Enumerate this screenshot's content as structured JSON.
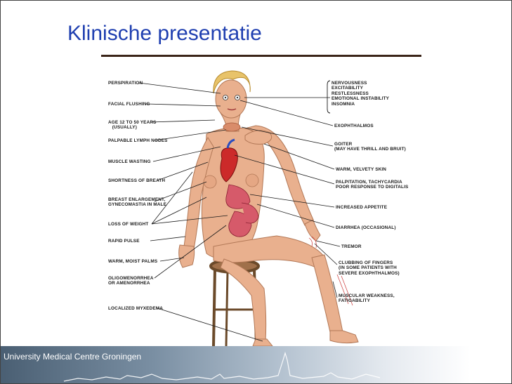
{
  "slide": {
    "title": "Klinische presentatie",
    "footer_text": "University Medical Centre Groningen"
  },
  "figure": {
    "left_labels": [
      "PERSPIRATION",
      "FACIAL FLUSHING",
      "AGE 12 TO 50 YEARS\n   (USUALLY)",
      "PALPABLE LYMPH NODES",
      "MUSCLE WASTING",
      "SHORTNESS OF BREATH",
      "BREAST ENLARGEMENT,\nGYNECOMASTIA IN MALE",
      "LOSS OF WEIGHT",
      "RAPID PULSE",
      "WARM, MOIST PALMS",
      "OLIGOMENORRHEA\nOR AMENORRHEA",
      "LOCALIZED MYXEDEMA"
    ],
    "right_labels": [
      "NERVOUSNESS\nEXCITABILITY\nRESTLESSNESS\nEMOTIONAL INSTABILITY\nINSOMNIA",
      "EXOPHTHALMOS",
      "GOITER\n(MAY HAVE THRILL AND BRUIT)",
      "WARM, VELVETY SKIN",
      "PALPITATION, TACHYCARDIA\nPOOR RESPONSE TO DIGITALIS",
      "INCREASED APPETITE",
      "DIARRHEA (OCCASIONAL)",
      "TREMOR",
      "CLUBBING OF FINGERS\n(IN SOME PATIENTS WITH\nSEVERE EXOPHTHALMOS)",
      "MUSCULAR WEAKNESS,\nFATIGABILITY"
    ]
  }
}
